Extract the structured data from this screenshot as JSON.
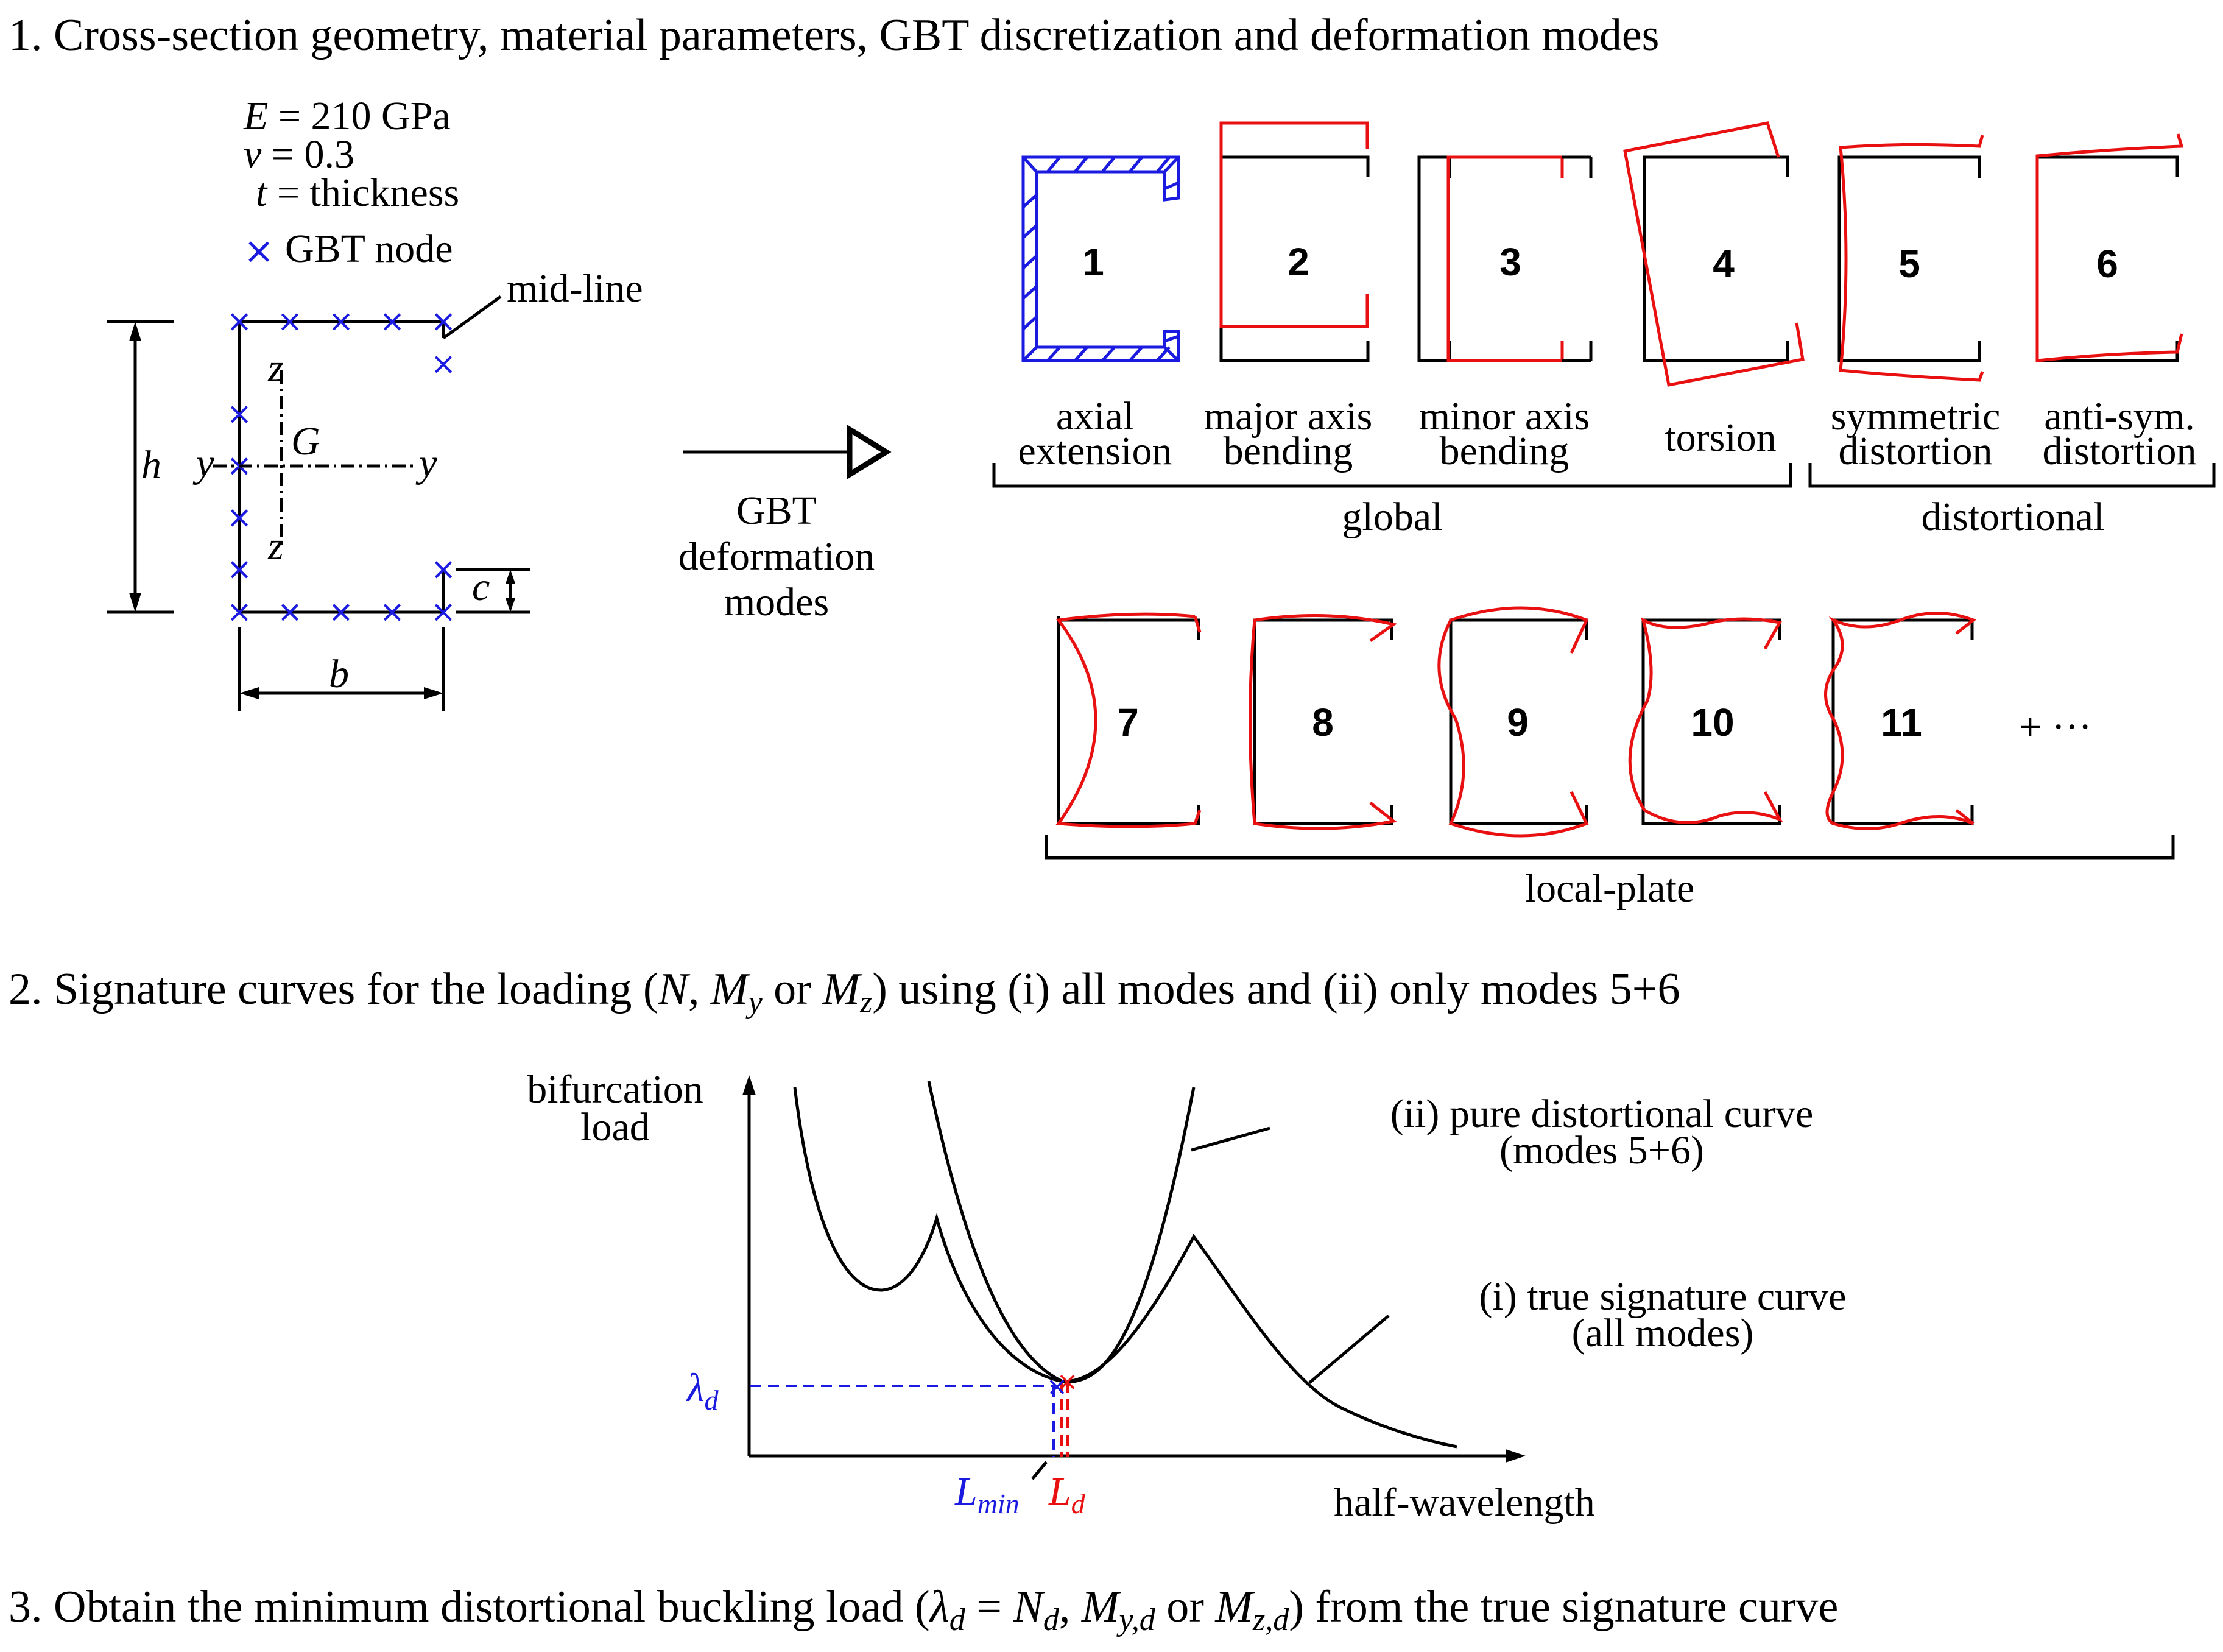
{
  "steps": {
    "s1": "1. Cross-section geometry, material parameters, GBT discretization and deformation modes",
    "s2_a": "2. Signature curves for the loading (",
    "s2_N": "N",
    "s2_sep": ", ",
    "s2_M": "M",
    "s2_y": "y",
    "s2_or": " or ",
    "s2_z": "z",
    "s2_b": ") using (i) all modes and (ii) only modes 5+6",
    "s3_a": "3. Obtain the minimum distortional buckling load (",
    "s3_lam": "λ",
    "s3_d": "d",
    "s3_eq": " = ",
    "s3_N": "N",
    "s3_yd": "y,d",
    "s3_zd": "z,d",
    "s3_b": ") from the true signature curve"
  },
  "material": {
    "E_sym": "E",
    "E_val": " = 210 GPa",
    "nu_sym": "ν",
    "nu_val": " = 0.3",
    "t_sym": "t",
    "t_val": " = thickness",
    "node_marker": "×",
    "node_label": "GBT node"
  },
  "section": {
    "midline": "mid-line",
    "h": "h",
    "b": "b",
    "c": "c",
    "G": "G",
    "y": "y",
    "z": "z"
  },
  "arrow_label": [
    "GBT",
    "deformation",
    "modes"
  ],
  "modes_global": [
    {
      "n": "1",
      "l1": "axial",
      "l2": "extension"
    },
    {
      "n": "2",
      "l1": "major axis",
      "l2": "bending"
    },
    {
      "n": "3",
      "l1": "minor axis",
      "l2": "bending"
    },
    {
      "n": "4",
      "l1": "torsion",
      "l2": ""
    }
  ],
  "modes_distortional": [
    {
      "n": "5",
      "l1": "symmetric",
      "l2": "distortion"
    },
    {
      "n": "6",
      "l1": "anti-sym.",
      "l2": "distortion"
    }
  ],
  "modes_local": [
    "7",
    "8",
    "9",
    "10",
    "11"
  ],
  "more_modes": "+ ···",
  "groups": {
    "global": "global",
    "distortional": "distortional",
    "local": "local-plate"
  },
  "chart_data": {
    "type": "line",
    "ylabel": [
      "bifurcation",
      "load"
    ],
    "xlabel": "half-wavelength",
    "series": [
      {
        "name": "(ii) pure distortional curve (modes 5+6)"
      },
      {
        "name": "(i) true signature curve (all modes)"
      }
    ],
    "series_labels": {
      "ii_l1": "(ii) pure distortional curve",
      "ii_l2": "(modes 5+6)",
      "i_l1": "(i) true signature curve",
      "i_l2": "(all modes)"
    },
    "annotations": {
      "lambda": "λ",
      "lambda_sub": "d",
      "Lmin": "L",
      "Lmin_sub": "min",
      "Ld": "L",
      "Ld_sub": "d"
    },
    "colors": {
      "Lmin": "#1a1ae0",
      "Ld": "#e81010"
    }
  }
}
